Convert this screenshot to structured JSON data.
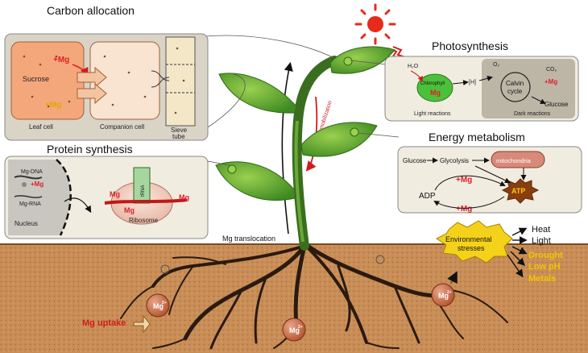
{
  "panels": {
    "carbon": {
      "title": "Carbon allocation",
      "sucrose": "Sucrose",
      "mg_top": "+Mg",
      "mg_bottom": "+Mg",
      "leaf_cell": "Leaf cell",
      "companion_cell": "Companion cell",
      "sieve_line1": "Sieve",
      "sieve_line2": "tube"
    },
    "photo": {
      "title": "Photosynthesis",
      "h2o": "H₂O",
      "o2": "O₂",
      "co2": "CO₂",
      "chlorophyll": "Chlorophyll",
      "mg_chl": "Mg",
      "h_plus": "[H]",
      "calvin_line1": "Calvin",
      "calvin_line2": "cycle",
      "mg_calvin": "+Mg",
      "glucose": "Glucose",
      "light_reactions": "Light reactions",
      "dark_reactions": "Dark reactions"
    },
    "protein": {
      "title": "Protein synthesis",
      "dna": "Mg-DNA",
      "mg_plus": "+Mg",
      "rna": "Mg-RNA",
      "nucleus": "Nucleus",
      "mg_left": "Mg",
      "mg_right": "Mg",
      "mg_bottom": "Mg",
      "trna": "tRNA",
      "ribosome": "Ribosome"
    },
    "energy": {
      "title": "Energy metabolism",
      "glucose": "Glucose",
      "glycolysis": "Glycolysis",
      "mitochondria": "mitochondria",
      "adp": "ADP",
      "mg_top": "+Mg",
      "mg_bottom": "+Mg",
      "atp": "ATP"
    }
  },
  "stem": {
    "translocation": "Mg translocation",
    "sideways_label": "Mg remobilization"
  },
  "stresses": {
    "badge_line1": "Environmental",
    "badge_line2": "stresses",
    "items": [
      "Heat",
      "Light",
      "Drought",
      "Low pH",
      "Metals"
    ]
  },
  "soil": {
    "mg_uptake": "Mg uptake",
    "ion": "Mg",
    "ion_charge": "2+"
  },
  "colors": {
    "panel_bg": "#f1ece0",
    "soil": "#c98e57",
    "leaf": "#5fa832",
    "mg_red": "#e0202a",
    "mg_yellow": "#f2c400",
    "atp": "#8a3d10",
    "sun": "#e82a1a"
  }
}
